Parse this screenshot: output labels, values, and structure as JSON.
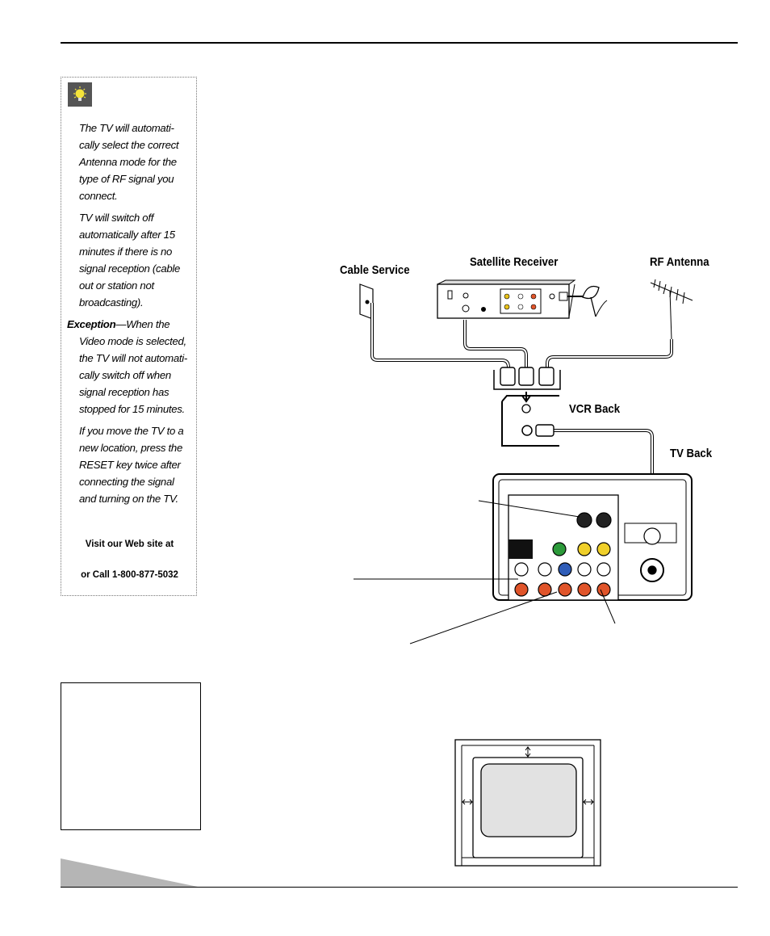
{
  "tip": {
    "icon": "lightbulb-icon",
    "paragraphs": [
      "The TV will automati-cally select the correct Antenna mode for the type of RF signal you connect.",
      "TV will switch off automatically after 15 minutes if there is no signal reception (cable out or station not broadcasting)."
    ],
    "exception_label": "Exception",
    "exception_text": "—When the Video mode is selected, the TV will not automati-cally switch off when signal reception has stopped for 15 minutes.",
    "last_paragraph": "If you move the TV to a new location, press the RESET key twice after connecting the signal and turning on the TV.",
    "web_line": "Visit our Web site at",
    "call_line": "or Call 1-800-877-5032"
  },
  "diagram": {
    "cable_service": "Cable Service",
    "satellite_receiver": "Satellite Receiver",
    "rf_antenna": "RF Antenna",
    "vcr_back": "VCR Back",
    "tv_back": "TV Back"
  }
}
